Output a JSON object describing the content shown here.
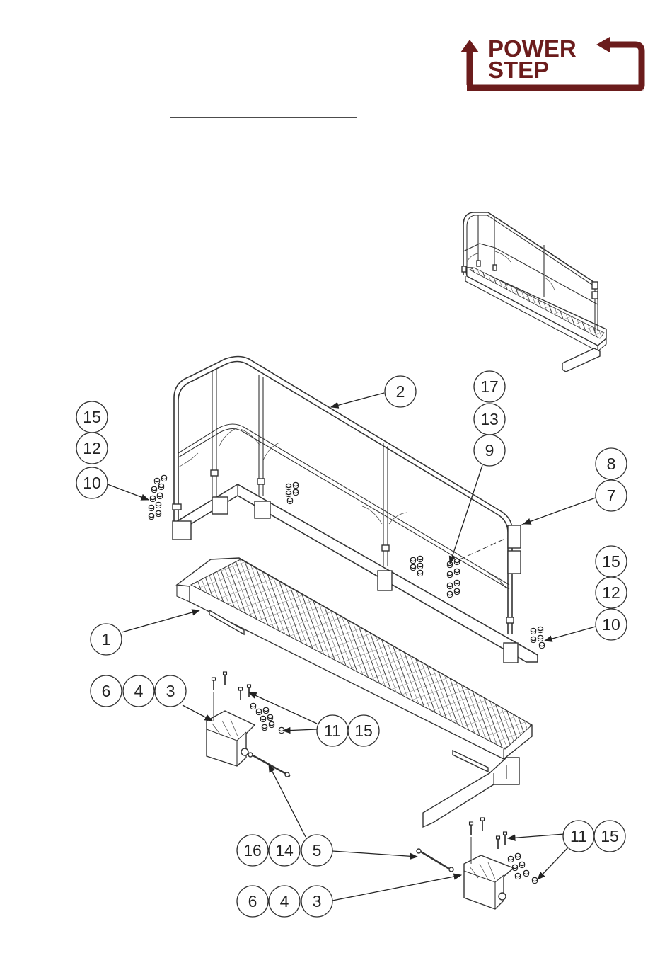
{
  "logo": {
    "line1": "POWER",
    "line2": "STEP",
    "registered": "®",
    "color": "#6b1c1c"
  },
  "balloons": [
    {
      "id": "b15a",
      "label": "15"
    },
    {
      "id": "b12a",
      "label": "12"
    },
    {
      "id": "b10a",
      "label": "10"
    },
    {
      "id": "b2",
      "label": "2"
    },
    {
      "id": "b17",
      "label": "17"
    },
    {
      "id": "b13",
      "label": "13"
    },
    {
      "id": "b9",
      "label": "9"
    },
    {
      "id": "b8",
      "label": "8"
    },
    {
      "id": "b7",
      "label": "7"
    },
    {
      "id": "b15b",
      "label": "15"
    },
    {
      "id": "b12b",
      "label": "12"
    },
    {
      "id": "b10b",
      "label": "10"
    },
    {
      "id": "b1",
      "label": "1"
    },
    {
      "id": "b6a",
      "label": "6"
    },
    {
      "id": "b4a",
      "label": "4"
    },
    {
      "id": "b3a",
      "label": "3"
    },
    {
      "id": "b11a",
      "label": "11"
    },
    {
      "id": "b15c",
      "label": "15"
    },
    {
      "id": "b11b",
      "label": "11"
    },
    {
      "id": "b15d",
      "label": "15"
    },
    {
      "id": "b16",
      "label": "16"
    },
    {
      "id": "b14",
      "label": "14"
    },
    {
      "id": "b5",
      "label": "5"
    },
    {
      "id": "b6b",
      "label": "6"
    },
    {
      "id": "b4b",
      "label": "4"
    },
    {
      "id": "b3b",
      "label": "3"
    }
  ]
}
